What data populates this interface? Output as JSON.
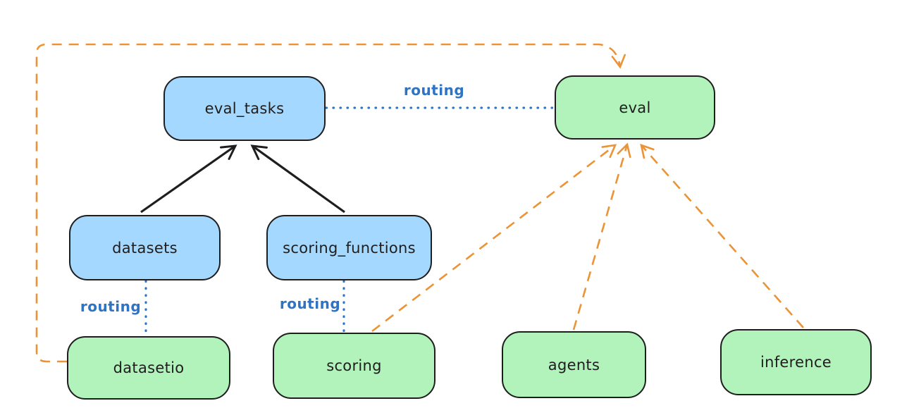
{
  "nodes": {
    "eval_tasks": {
      "label": "eval_tasks",
      "fill": "#a5d8ff"
    },
    "eval": {
      "label": "eval",
      "fill": "#b2f2bb"
    },
    "datasets": {
      "label": "datasets",
      "fill": "#a5d8ff"
    },
    "scoring_functions": {
      "label": "scoring_functions",
      "fill": "#a5d8ff"
    },
    "datasetio": {
      "label": "datasetio",
      "fill": "#b2f2bb"
    },
    "scoring": {
      "label": "scoring",
      "fill": "#b2f2bb"
    },
    "agents": {
      "label": "agents",
      "fill": "#b2f2bb"
    },
    "inference": {
      "label": "inference",
      "fill": "#b2f2bb"
    }
  },
  "labels": {
    "routing": "routing"
  },
  "colors": {
    "blue_node_fill": "#a5d8ff",
    "green_node_fill": "#b2f2bb",
    "node_stroke": "#1e1e1e",
    "routing_blue": "#2f73c5",
    "provider_orange": "#ec9335",
    "arrow_black": "#1e1e1e",
    "background": "#ffffff"
  },
  "edges": [
    {
      "from": "datasets",
      "to": "eval_tasks",
      "style": "solid",
      "color": "black",
      "arrow": true
    },
    {
      "from": "scoring_functions",
      "to": "eval_tasks",
      "style": "solid",
      "color": "black",
      "arrow": true
    },
    {
      "from": "eval_tasks",
      "to": "eval",
      "style": "dotted",
      "color": "blue",
      "label": "routing"
    },
    {
      "from": "datasets",
      "to": "datasetio",
      "style": "dotted",
      "color": "blue",
      "label": "routing"
    },
    {
      "from": "scoring_functions",
      "to": "scoring",
      "style": "dotted",
      "color": "blue",
      "label": "routing"
    },
    {
      "from": "datasetio",
      "to": "eval",
      "style": "dashed",
      "color": "orange",
      "arrow": true
    },
    {
      "from": "scoring",
      "to": "eval",
      "style": "dashed",
      "color": "orange",
      "arrow": true
    },
    {
      "from": "agents",
      "to": "eval",
      "style": "dashed",
      "color": "orange",
      "arrow": true
    },
    {
      "from": "inference",
      "to": "eval",
      "style": "dashed",
      "color": "orange",
      "arrow": true
    }
  ]
}
